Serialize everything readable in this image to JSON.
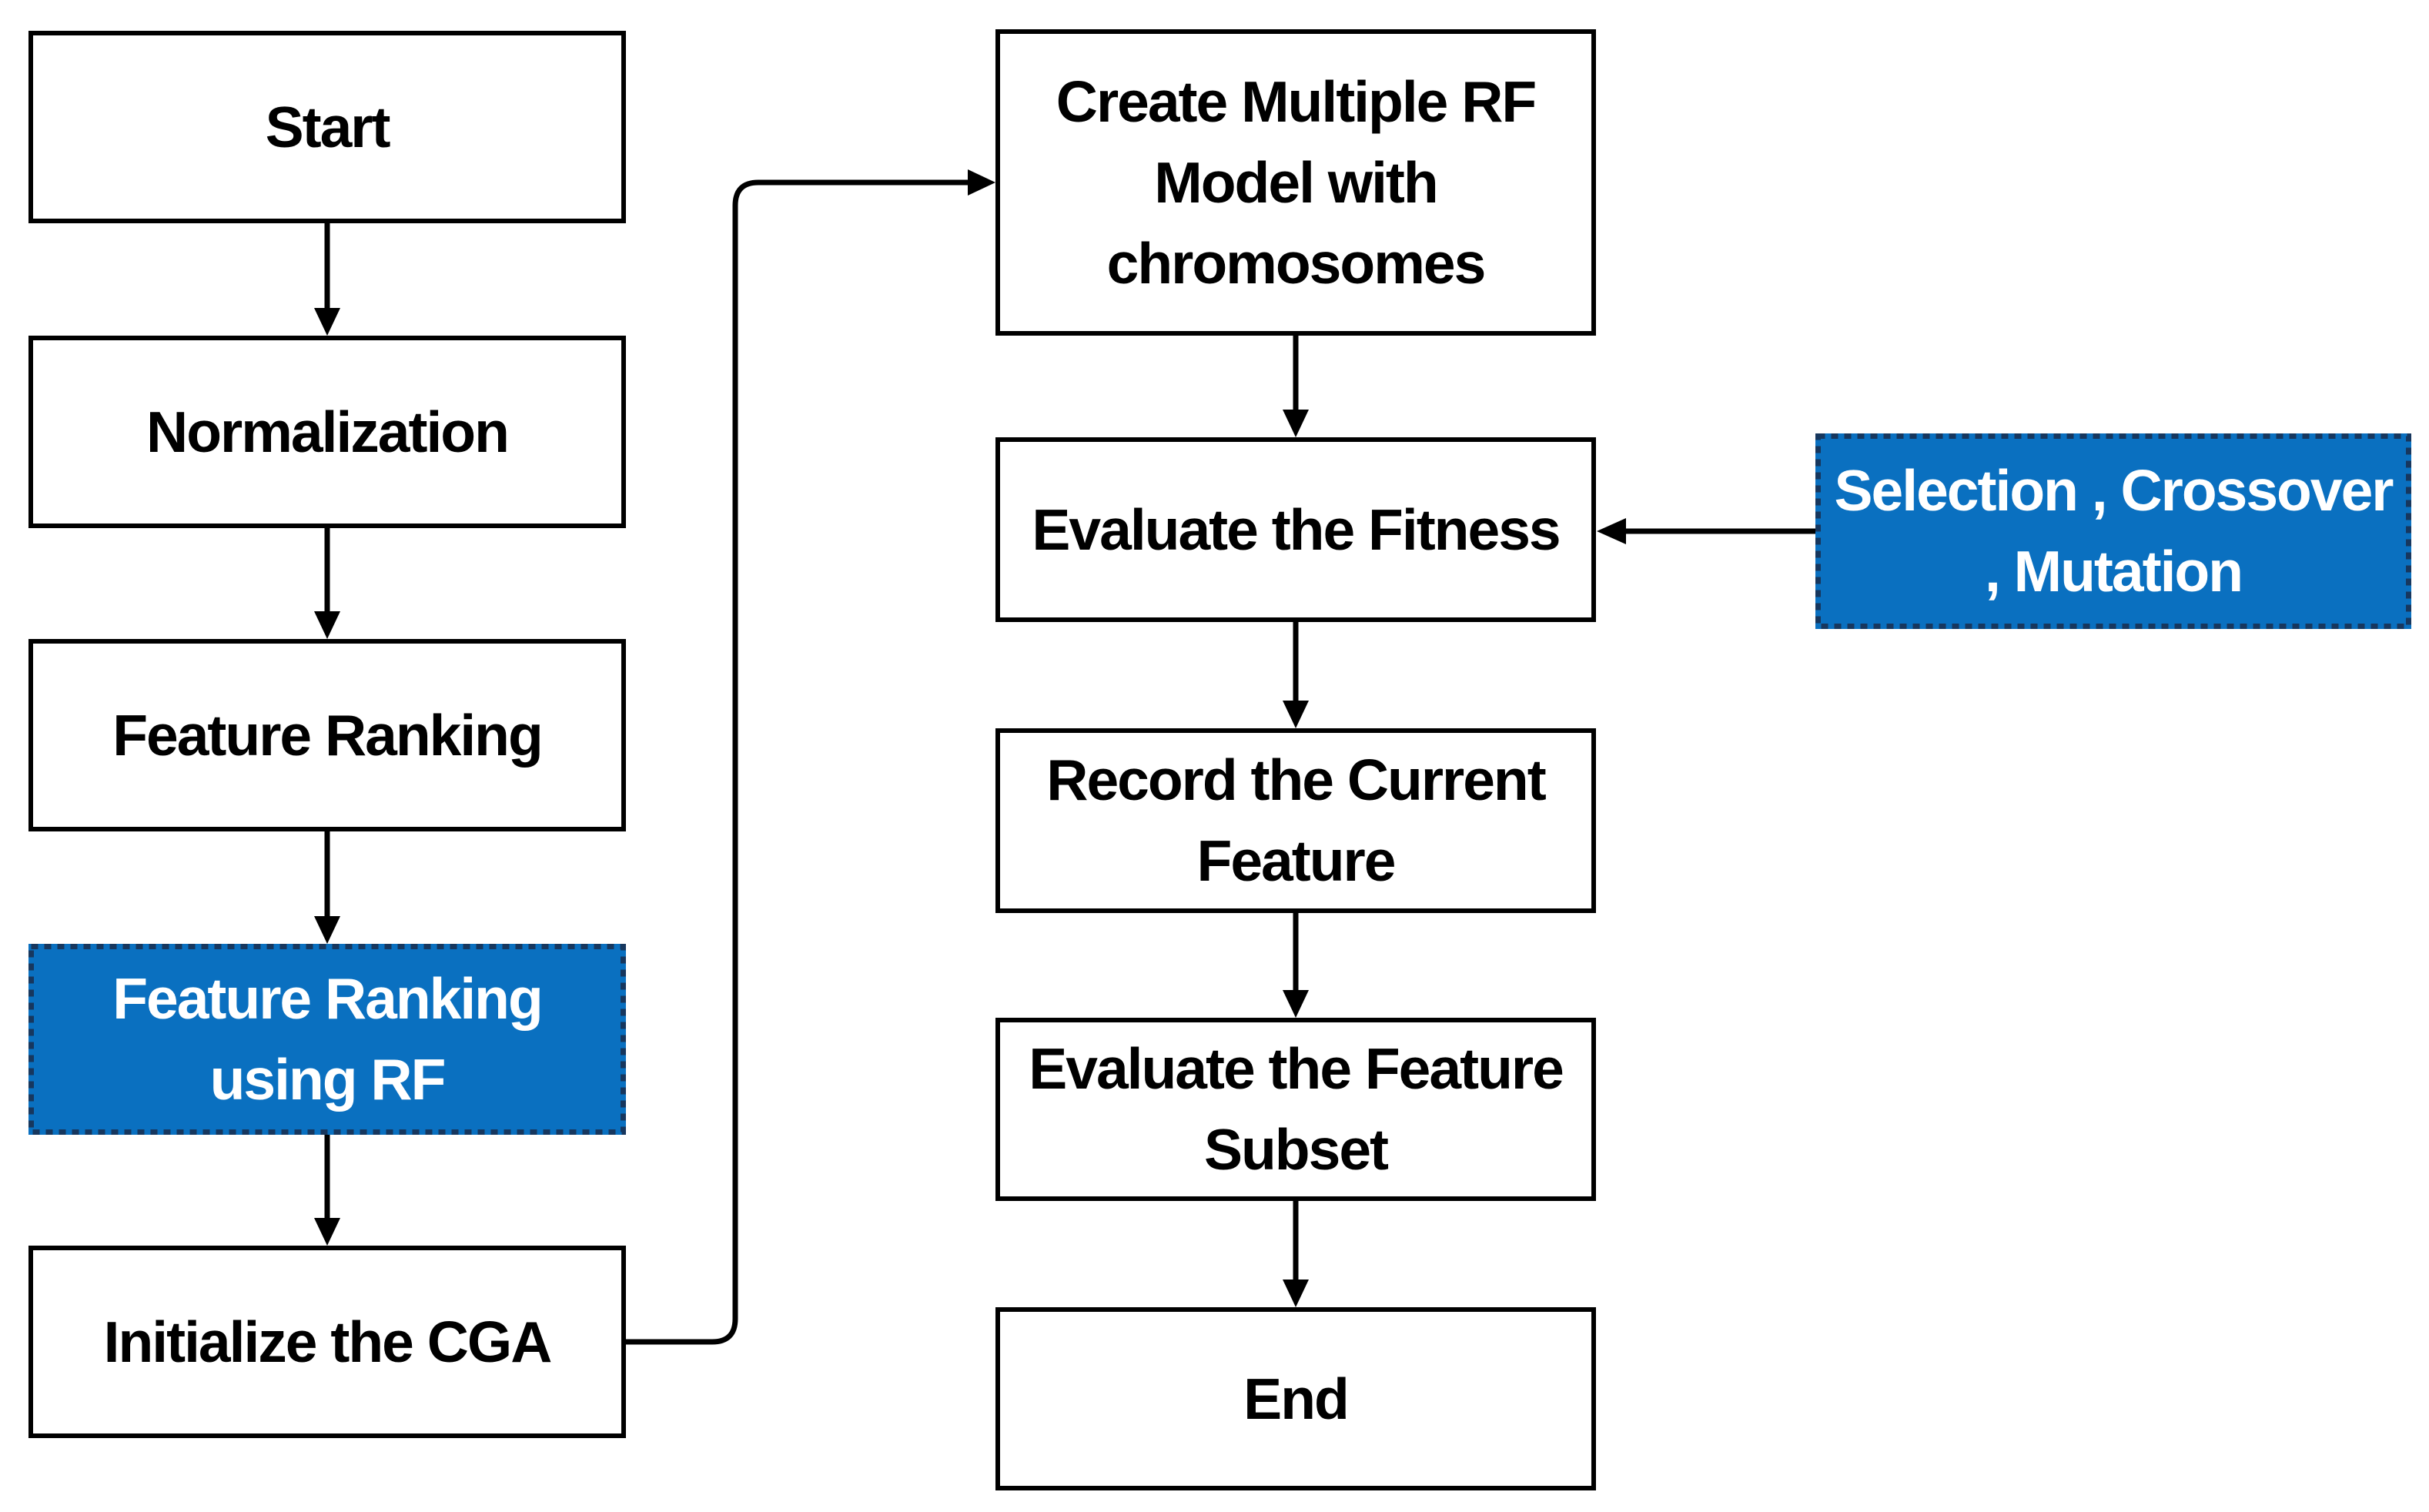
{
  "diagram_type": "flowchart",
  "colors": {
    "background": "#ffffff",
    "box_fill": "#ffffff",
    "box_border": "#000000",
    "box_text": "#000000",
    "highlight_fill": "#0a70c0",
    "highlight_border": "#17375e",
    "highlight_text": "#ffffff",
    "connector": "#000000"
  },
  "nodes": {
    "start": {
      "label": "Start",
      "lines": [
        "Start"
      ],
      "highlighted": false
    },
    "normalization": {
      "label": "Normalization",
      "lines": [
        "Normalization"
      ],
      "highlighted": false
    },
    "feature_ranking": {
      "label": "Feature Ranking",
      "lines": [
        "Feature Ranking"
      ],
      "highlighted": false
    },
    "feature_ranking_rf": {
      "label": "Feature Ranking using RF",
      "lines": [
        "Feature Ranking",
        "using RF"
      ],
      "highlighted": true
    },
    "initialize_cga": {
      "label": "Initialize the CGA",
      "lines": [
        "Initialize the CGA"
      ],
      "highlighted": false
    },
    "create_rf_model": {
      "label": "Create Multiple RF Model with chromosomes",
      "lines": [
        "Create Multiple RF",
        "Model with",
        "chromosomes"
      ],
      "highlighted": false
    },
    "evaluate_fitness": {
      "label": "Evaluate the Fitness",
      "lines": [
        "Evaluate the Fitness"
      ],
      "highlighted": false
    },
    "record_current_feature": {
      "label": "Record the Current Feature",
      "lines": [
        "Record the Current",
        "Feature"
      ],
      "highlighted": false
    },
    "evaluate_feature_subset": {
      "label": "Evaluate the Feature Subset",
      "lines": [
        "Evaluate the Feature",
        "Subset"
      ],
      "highlighted": false
    },
    "end": {
      "label": "End",
      "lines": [
        "End"
      ],
      "highlighted": false
    },
    "ga_operators": {
      "label": "Selection , Crossover , Mutation",
      "lines": [
        "Selection , Crossover",
        ", Mutation"
      ],
      "highlighted": true
    }
  },
  "edges": [
    {
      "from": "start",
      "to": "normalization",
      "style": "arrow-down"
    },
    {
      "from": "normalization",
      "to": "feature_ranking",
      "style": "arrow-down"
    },
    {
      "from": "feature_ranking",
      "to": "feature_ranking_rf",
      "style": "arrow-down"
    },
    {
      "from": "feature_ranking_rf",
      "to": "initialize_cga",
      "style": "arrow-down"
    },
    {
      "from": "initialize_cga",
      "to": "create_rf_model",
      "style": "elbow-right-up-right"
    },
    {
      "from": "create_rf_model",
      "to": "evaluate_fitness",
      "style": "arrow-down"
    },
    {
      "from": "evaluate_fitness",
      "to": "record_current_feature",
      "style": "arrow-down"
    },
    {
      "from": "record_current_feature",
      "to": "evaluate_feature_subset",
      "style": "arrow-down"
    },
    {
      "from": "evaluate_feature_subset",
      "to": "end",
      "style": "arrow-down"
    },
    {
      "from": "ga_operators",
      "to": "evaluate_fitness",
      "style": "arrow-left"
    }
  ]
}
